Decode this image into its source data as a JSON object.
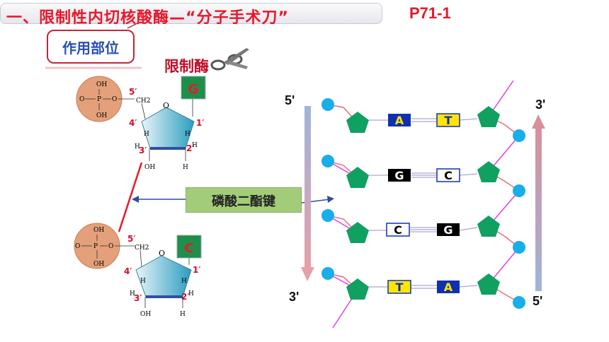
{
  "title": "一、限制性内切核酸酶—“分子手术刀”",
  "page_ref": "P71-1",
  "role_label": "作用部位",
  "enzyme_label": "限制酶",
  "bond_label": "磷酸二酯键",
  "nucleotide_top": {
    "base": "G",
    "phosphate_groups": [
      "OH",
      "O",
      "P",
      "O",
      "OH",
      "O"
    ],
    "ch2": "CH2",
    "ring_o": "O",
    "carbons": [
      "5′",
      "4′",
      "3′",
      "2′",
      "1′"
    ],
    "h_labels": [
      "H",
      "H",
      "H",
      "H"
    ],
    "oh_label": "OH",
    "h_bottom": "H"
  },
  "nucleotide_bottom": {
    "base": "C",
    "phosphate_groups": [
      "OH",
      "O",
      "P",
      "O",
      "OH",
      "O"
    ],
    "ch2": "CH2",
    "ring_o": "O",
    "carbons": [
      "5′",
      "4′",
      "3′",
      "2′",
      "1′"
    ],
    "h_labels": [
      "H",
      "H",
      "H",
      "H"
    ],
    "oh_label": "OH",
    "h_bottom": "H"
  },
  "dna": {
    "left_top_end": "5'",
    "left_bottom_end": "3'",
    "right_top_end": "3'",
    "right_bottom_end": "5'",
    "pairs": [
      {
        "left": "A",
        "right": "T"
      },
      {
        "left": "G",
        "right": "C"
      },
      {
        "left": "C",
        "right": "G"
      },
      {
        "left": "T",
        "right": "A"
      }
    ]
  },
  "colors": {
    "title_red": "#e8182a",
    "phosphate_orange": "#e3a07a",
    "sugar_blue": "#3fa7c6",
    "base_green": "#1e8f4a",
    "dna_phosphate": "#18aee8",
    "dna_sugar": "#10a060",
    "pink_backbone": "#e66f7a",
    "magenta_strand": "#e040e0",
    "bond_green": "#a3cc7a"
  }
}
